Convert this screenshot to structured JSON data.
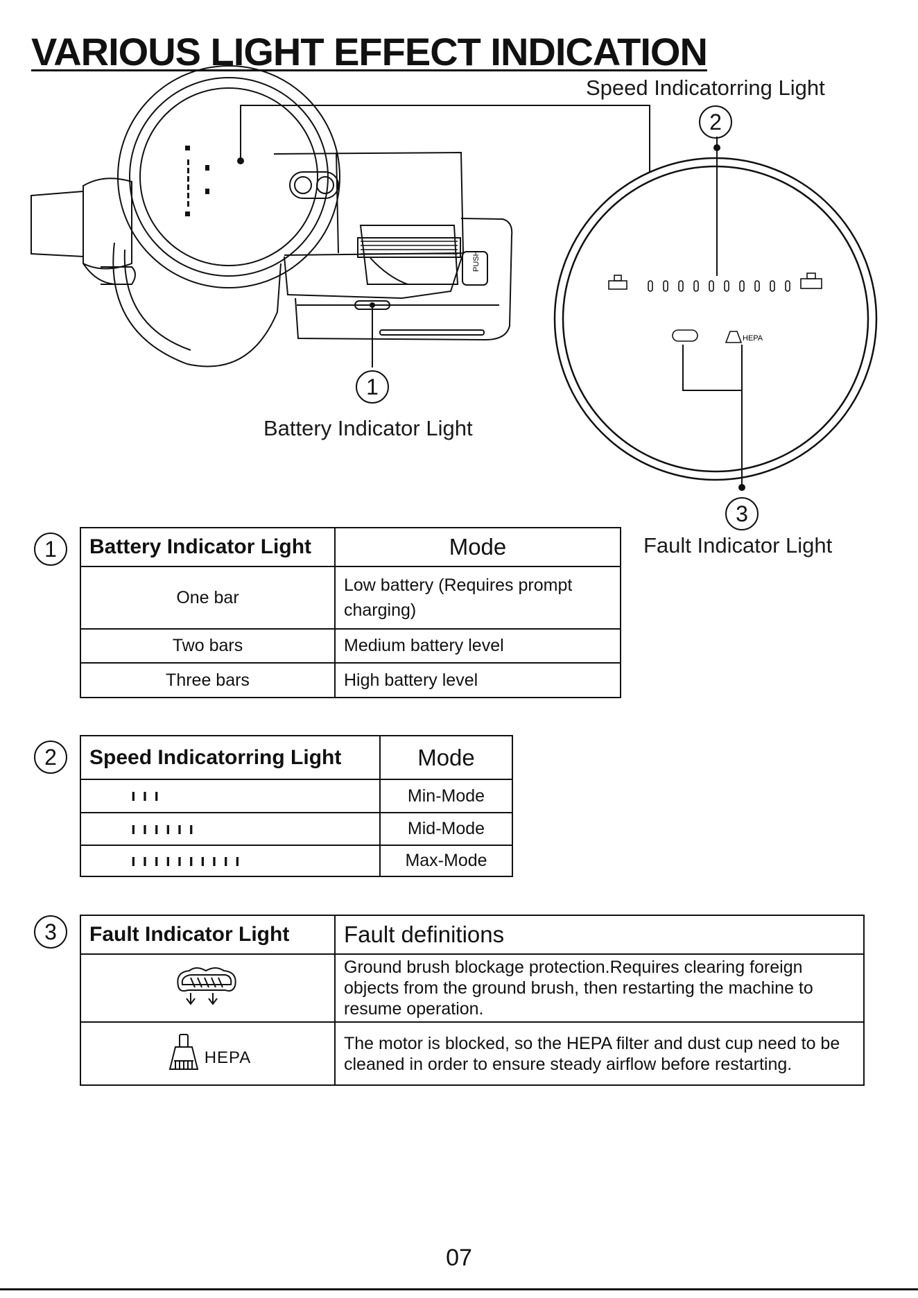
{
  "title": "VARIOUS LIGHT EFFECT INDICATION",
  "callouts": {
    "speed_label": "Speed Indicatorring Light",
    "battery_label": "Battery Indicator Light",
    "fault_label": "Fault Indicator Light",
    "num1": "1",
    "num2": "2",
    "num3": "3"
  },
  "diagram": {
    "push_label": "PUSH",
    "hepa_label": "HEPA"
  },
  "battery_table": {
    "headers": [
      "Battery Indicator Light",
      "Mode"
    ],
    "rows": [
      {
        "light": "One bar",
        "mode": "Low battery (Requires prompt charging)"
      },
      {
        "light": "Two bars",
        "mode": "Medium battery level"
      },
      {
        "light": "Three bars",
        "mode": "High battery level"
      }
    ]
  },
  "speed_table": {
    "headers": [
      "Speed Indicatorring Light",
      "Mode"
    ],
    "rows": [
      {
        "bars": "ııı",
        "mode": "Min-Mode"
      },
      {
        "bars": "ıııııı",
        "mode": "Mid-Mode"
      },
      {
        "bars": "ıııııııııı",
        "mode": "Max-Mode"
      }
    ]
  },
  "fault_table": {
    "headers": [
      "Fault Indicator Light",
      "Fault definitions"
    ],
    "rows": [
      {
        "icon": "brush-blockage-icon",
        "definition": "Ground brush blockage protection.Requires clearing foreign objects from the ground brush, then restarting the machine to resume operation."
      },
      {
        "icon": "hepa-filter-icon",
        "label": "HEPA",
        "definition": "The motor is blocked, so the HEPA filter and dust cup need to be cleaned in order to ensure steady airflow before restarting."
      }
    ]
  },
  "page_number": "07"
}
